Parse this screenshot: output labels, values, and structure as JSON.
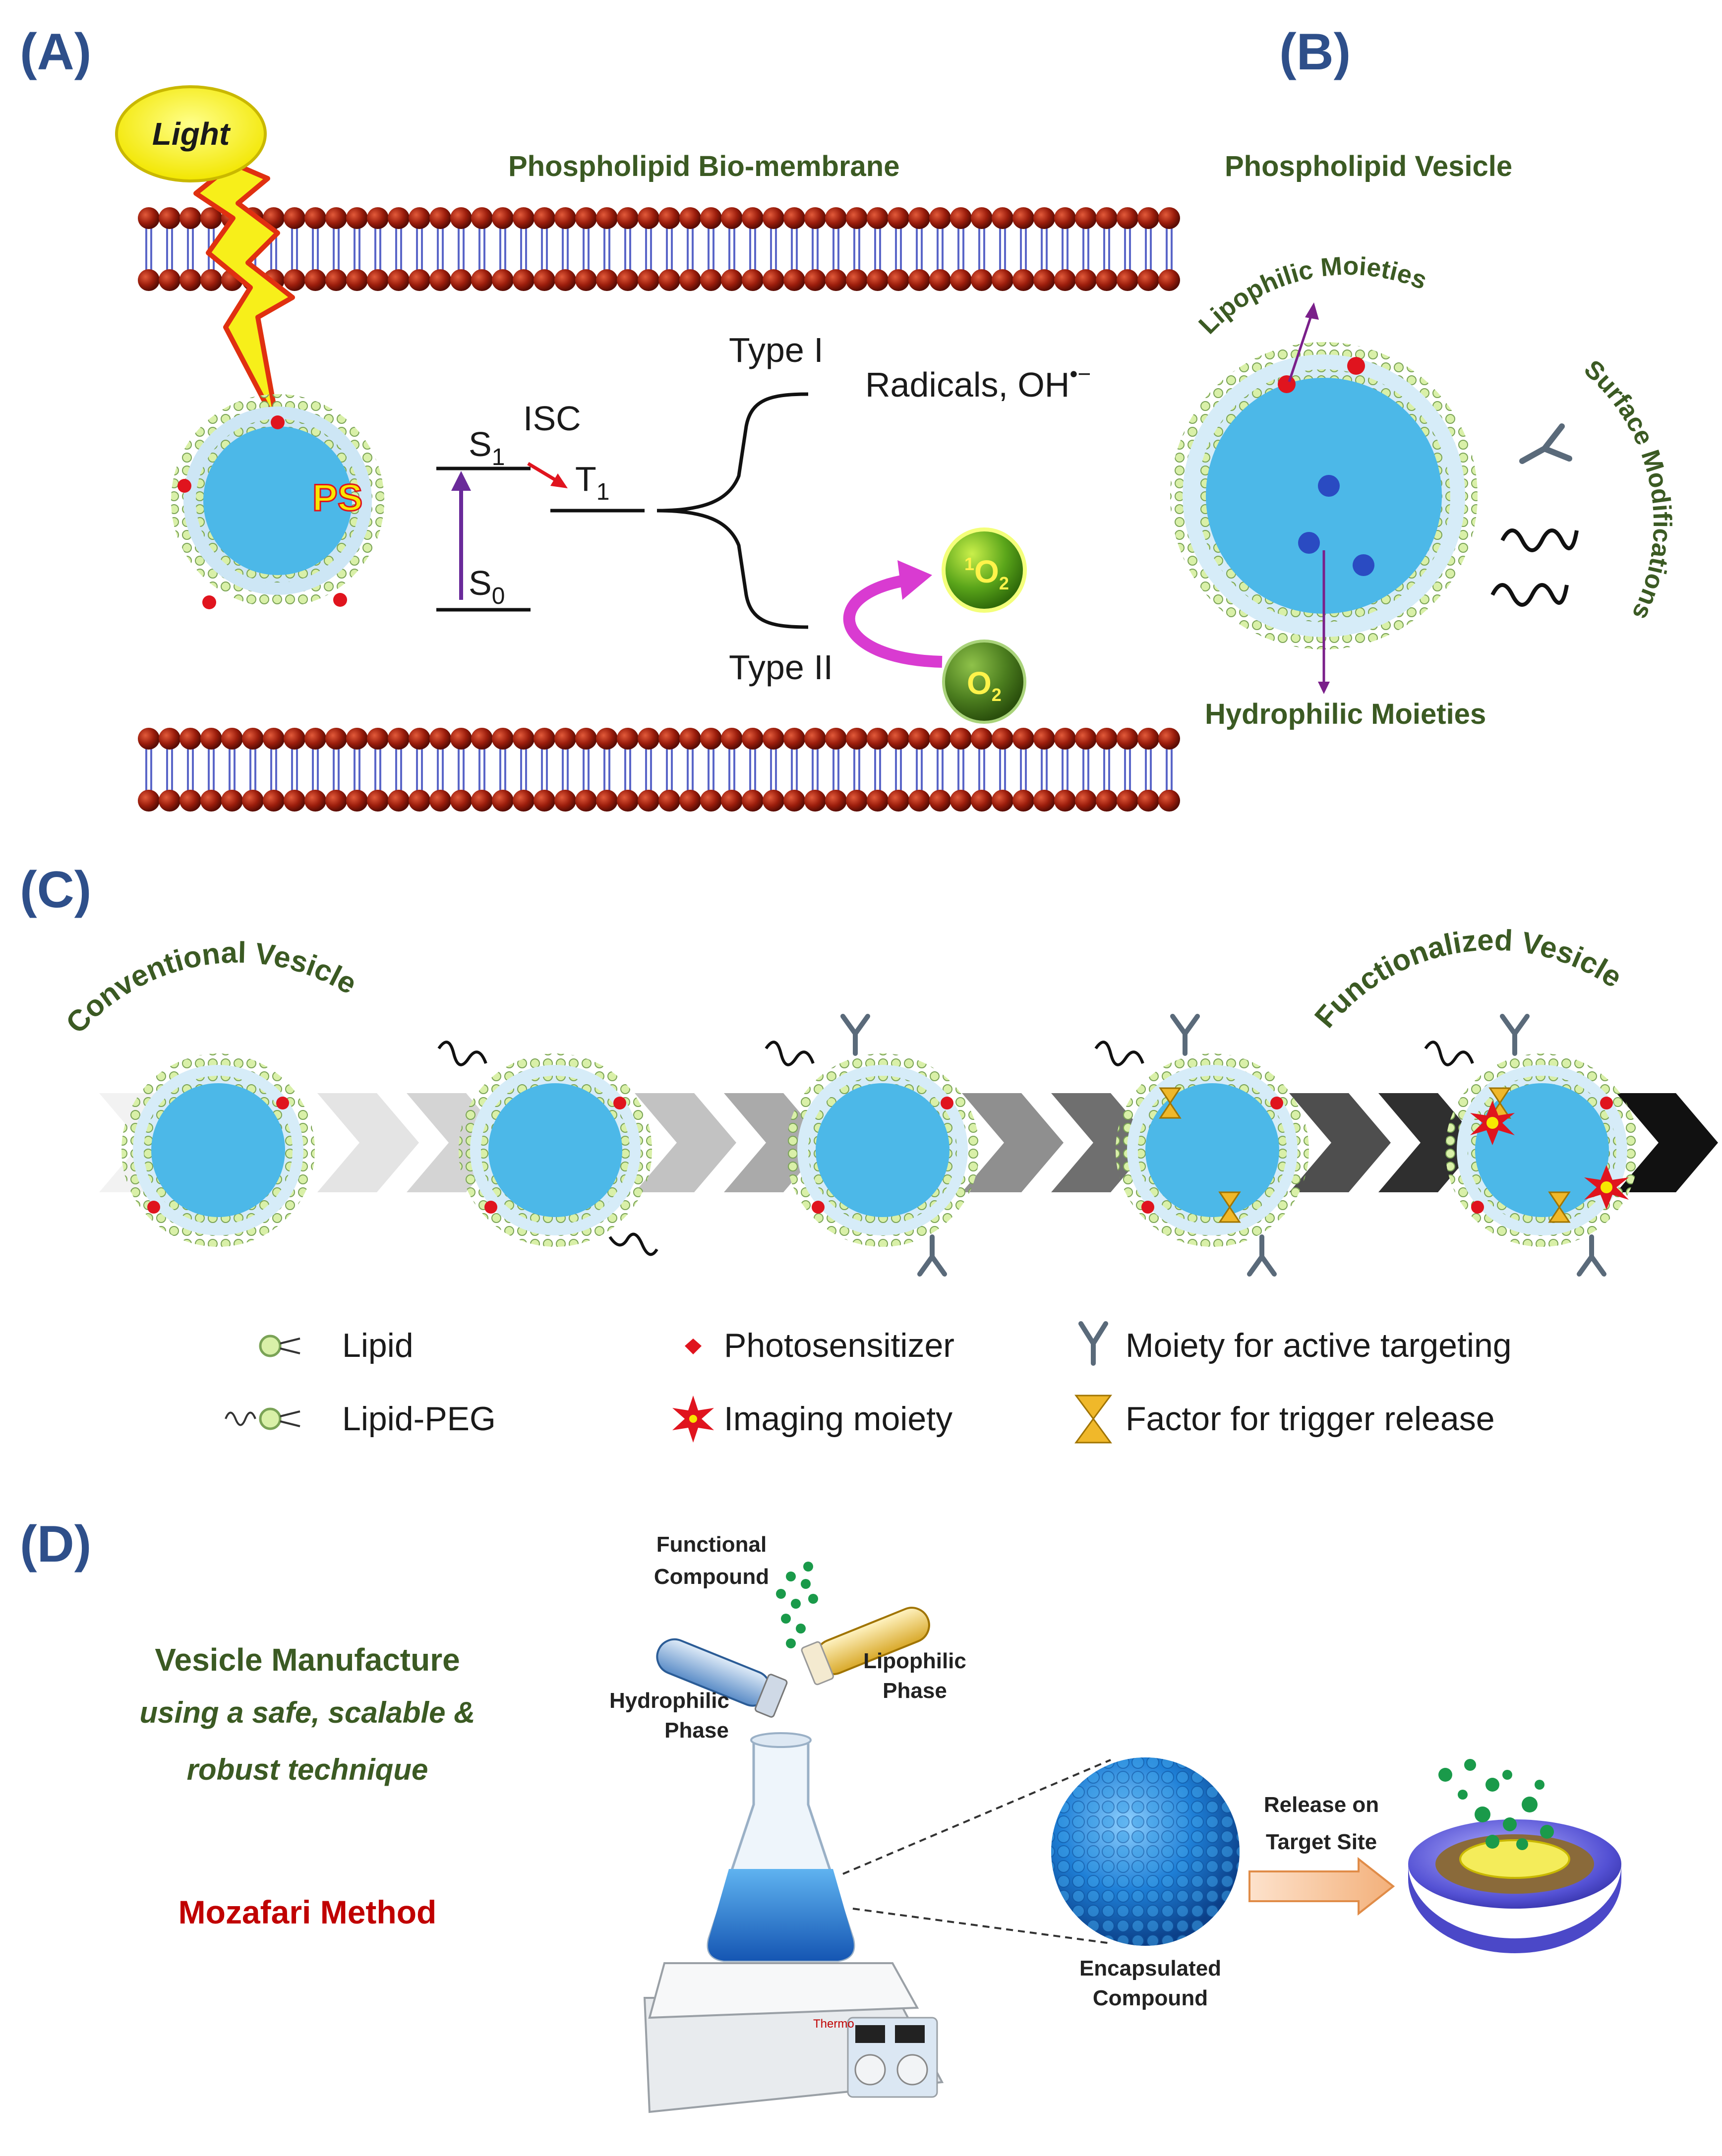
{
  "panels": {
    "a": "(A)",
    "b": "(B)",
    "c": "(C)",
    "d": "(D)"
  },
  "panel_a": {
    "light": "Light",
    "membrane_title": "Phospholipid Bio-membrane",
    "ps": "PS",
    "isc": "ISC",
    "s1": "S",
    "s1_sub": "1",
    "t1": "T",
    "t1_sub": "1",
    "s0": "S",
    "s0_sub": "0",
    "type1": "Type I",
    "type2": "Type II",
    "radicals": "Radicals, OH",
    "radicals_sup": "•−",
    "singlet_o2_sup": "1",
    "o2": "O",
    "o2_sub": "2"
  },
  "panel_b": {
    "title": "Phospholipid Vesicle",
    "lipophilic": "Lipophilic Moieties",
    "surface": "Surface Modifications",
    "hydrophilic": "Hydrophilic Moieties"
  },
  "panel_c": {
    "conventional": "Conventional Vesicle",
    "functionalized": "Functionalized Vesicle",
    "legend": {
      "lipid": "Lipid",
      "lipid_peg": "Lipid-PEG",
      "photosensitizer": "Photosensitizer",
      "imaging": "Imaging moiety",
      "targeting": "Moiety for active targeting",
      "trigger": "Factor for trigger release"
    }
  },
  "panel_d": {
    "line1": "Vesicle Manufacture",
    "line2": "using a safe, scalable &",
    "line3": "robust technique",
    "method": "Mozafari Method",
    "functional_1": "Functional",
    "functional_2": "Compound",
    "lipophilic_1": "Lipophilic",
    "lipophilic_2": "Phase",
    "hydrophilic_1": "Hydrophilic",
    "hydrophilic_2": "Phase",
    "release_1": "Release on",
    "release_2": "Target Site",
    "encap_1": "Encapsulated",
    "encap_2": "Compound",
    "brand": "Thermo"
  },
  "colors": {
    "panel_label": "#2e4f8a",
    "green_title": "#3b5a23",
    "vesicle_core": "#4cb8e8",
    "lipid_shell": "#9cc98a",
    "head_red": "#8b1a0e",
    "photosensitizer": "#e0141e",
    "method_red": "#c00000"
  }
}
